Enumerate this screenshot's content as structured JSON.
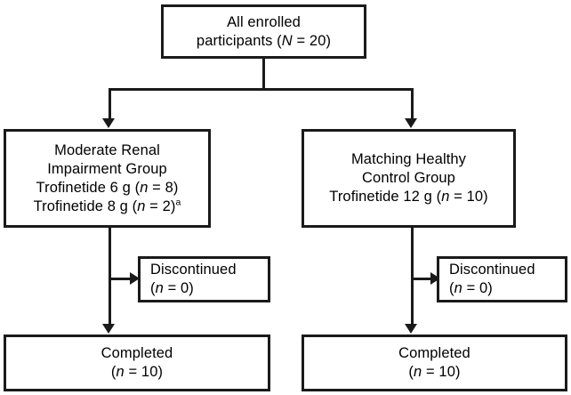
{
  "figure": {
    "type": "flowchart",
    "orientation": "top-down",
    "background_color": "#ffffff",
    "line_color": "#1a1a1a",
    "text_color": "#000000"
  },
  "nodes": {
    "enrolled": {
      "line1": "All enrolled",
      "line2_prefix": "participants (",
      "line2_italic": "N",
      "line2_suffix": " = 20)"
    },
    "renal_group": {
      "line1": "Moderate Renal",
      "line2": "Impairment Group",
      "line3_prefix": "Trofinetide 6 g (",
      "line3_italic": "n",
      "line3_suffix": " = 8)",
      "line4_prefix": "Trofinetide 8 g (",
      "line4_italic": "n",
      "line4_suffix": " = 2)",
      "line4_superscript": "a"
    },
    "control_group": {
      "line1": "Matching Healthy",
      "line2": "Control Group",
      "line3_prefix": "Trofinetide 12 g (",
      "line3_italic": "n",
      "line3_suffix": " = 10)"
    },
    "discontinued_left": {
      "line1": "Discontinued",
      "line2_prefix": "(",
      "line2_italic": "n",
      "line2_suffix": " = 0)"
    },
    "discontinued_right": {
      "line1": "Discontinued",
      "line2_prefix": "(",
      "line2_italic": "n",
      "line2_suffix": " = 0)"
    },
    "completed_left": {
      "line1": "Completed",
      "line2_prefix": "(",
      "line2_italic": "n",
      "line2_suffix": " = 10)"
    },
    "completed_right": {
      "line1": "Completed",
      "line2_prefix": "(",
      "line2_italic": "n",
      "line2_suffix": " = 10)"
    }
  }
}
